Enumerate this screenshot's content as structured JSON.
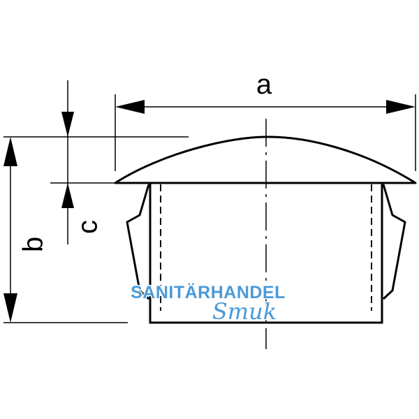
{
  "drawing": {
    "dimension_labels": {
      "a": "a",
      "b": "b",
      "c": "c"
    },
    "watermark": {
      "line1": "SANITÄRHANDEL",
      "line2": "Smuk"
    },
    "colors": {
      "line": "#000000",
      "watermark": "#4a9ad8",
      "background": "#ffffff"
    }
  }
}
